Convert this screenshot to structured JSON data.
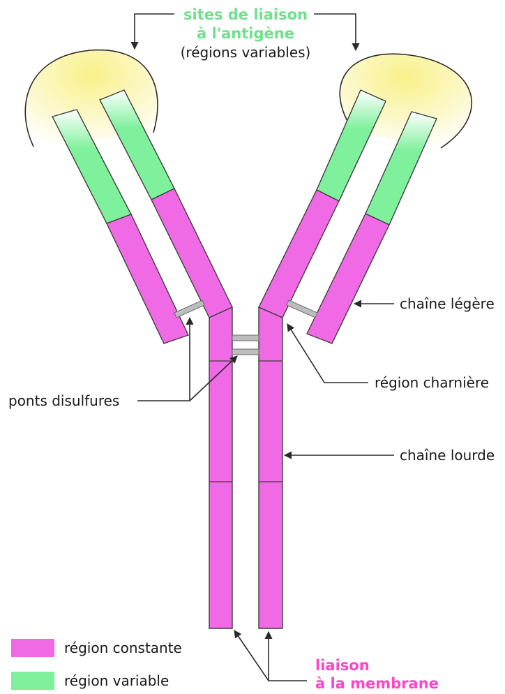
{
  "title_sites": {
    "line1": "sites de liaison",
    "line2": "à l'antigène",
    "line3": "(régions variables)"
  },
  "labels": {
    "light_chain": "chaîne légère",
    "hinge_region": "région charnière",
    "heavy_chain": "chaîne lourde",
    "disulfide_bridges": "ponts disulfures",
    "membrane_1": "liaison",
    "membrane_2": "à la membrane"
  },
  "legend": [
    {
      "label": "région constante",
      "color": "#f06ae6"
    },
    {
      "label": "région variable",
      "color": "#7ff09c"
    }
  ],
  "colors": {
    "constant": "#f06ae6",
    "variable": "#7ff09c",
    "antigen_site": "#fbf7a4",
    "bridge": "#bdbdbd",
    "title_green": "#6fe08c",
    "title_pink": "#ff45c8"
  }
}
